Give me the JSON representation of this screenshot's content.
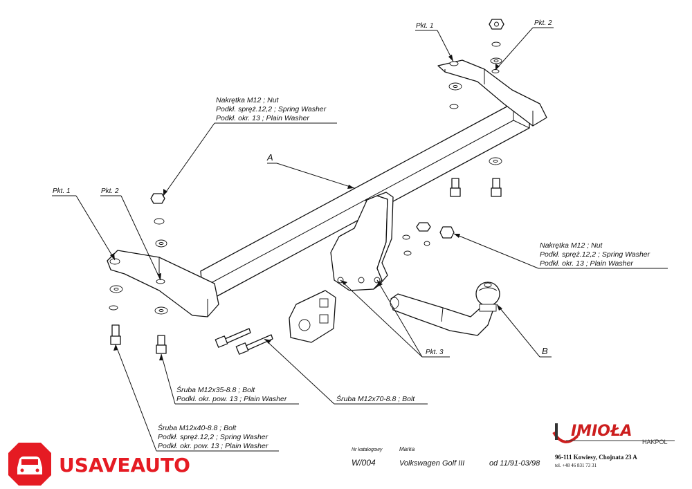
{
  "labels": {
    "pkt1_top": "Pkt. 1",
    "pkt2_top": "Pkt. 2",
    "pkt1_left": "Pkt. 1",
    "pkt2_left": "Pkt. 2",
    "pkt3": "Pkt. 3",
    "label_a": "A",
    "label_b": "B"
  },
  "callouts": {
    "nut_top": [
      "Nakrętka  M12 ; Nut",
      "Podkł. spręż.12,2 ; Spring Washer",
      "Podkł. okr. 13 ; Plain Washer"
    ],
    "nut_right": [
      "Nakrętka  M12 ; Nut",
      "Podkł. spręż.12,2 ; Spring Washer",
      "Podkł. okr. 13 ; Plain Washer"
    ],
    "bolt_35": [
      "Śruba M12x35-8.8 ;  Bolt",
      "Podkł. okr. pow. 13 ; Plain Washer"
    ],
    "bolt_70": [
      "Śruba M12x70-8.8 ;  Bolt"
    ],
    "bolt_40": [
      "Śruba M12x40-8.8 ;  Bolt",
      "Podkł. spręż.12,2 ; Spring Washer",
      "Podkł. okr. pow. 13 ; Plain Washer"
    ]
  },
  "catalog": {
    "nr_label": "Nr katalogowy",
    "nr_value": "W/004",
    "marka_label": "Marka",
    "marka_value": "Volkswagen Golf III",
    "date": "od 11/91-03/98"
  },
  "brand": {
    "name": "IMIOŁA",
    "sub": "HAKPOL",
    "address": "96-111 Kowiesy, Chojnata 23 A",
    "phone": "tel. +48 46 831 73 31",
    "color": "#cc1e1e"
  },
  "watermark": {
    "text": "USAVEAUTO",
    "color": "#e51b23"
  },
  "icons": [
    "car-icon",
    "nut-icon",
    "washer-icon",
    "bolt-icon"
  ]
}
